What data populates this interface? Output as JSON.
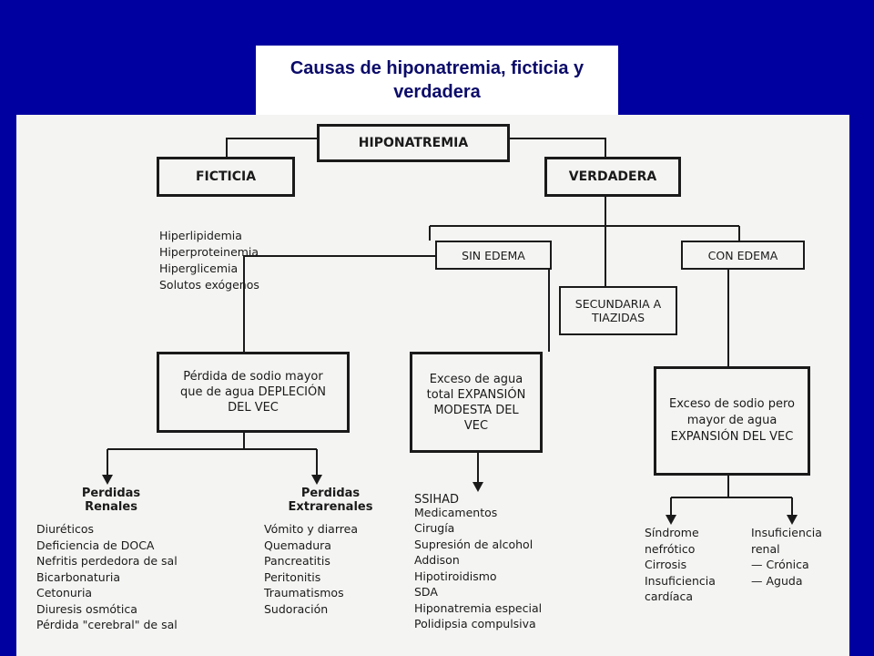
{
  "title": "Causas de hiponatremia, ficticia y verdadera",
  "nodes": {
    "root": "HIPONATREMIA",
    "ficticia": "FICTICIA",
    "verdadera": "VERDADERA",
    "sin_edema": "SIN EDEMA",
    "con_edema": "CON EDEMA",
    "secundaria": "SECUNDARIA A TIAZIDAS",
    "perdida": "Pérdida de sodio mayor que de agua DEPLECIÓN DEL VEC",
    "exceso_agua": "Exceso de agua total EXPANSIÓN MODESTA DEL VEC",
    "exceso_sodio": "Exceso de sodio pero mayor de agua EXPANSIÓN DEL VEC"
  },
  "ficticia_causes": [
    "Hiperlipidemia",
    "Hiperproteinemia",
    "Hiperglicemia",
    "Solutos exógenos"
  ],
  "renales": {
    "header_1": "Perdidas",
    "header_2": "Renales",
    "items": [
      "Diuréticos",
      "Deficiencia de DOCA",
      "Nefritis perdedora de sal",
      "Bicarbonaturia",
      "Cetonuria",
      "Diuresis osmótica",
      "Pérdida \"cerebral\" de sal"
    ]
  },
  "extrarrenales": {
    "header_1": "Perdidas",
    "header_2": "Extrarenales",
    "items": [
      "Vómito y diarrea",
      "Quemadura",
      "Pancreatitis",
      "Peritonitis",
      "Traumatismos",
      "Sudoración"
    ]
  },
  "ssihad": {
    "header": "SSIHAD",
    "items": [
      "Medicamentos",
      "Cirugía",
      "Supresión de alcohol",
      "Addison",
      "Hipotiroidismo",
      "SDA",
      "Hiponatremia especial",
      "Polidipsia compulsiva"
    ]
  },
  "edema_left": [
    "Síndrome",
    "nefrótico",
    "Cirrosis",
    "Insuficiencia",
    "cardíaca"
  ],
  "edema_right": [
    "Insuficiencia",
    "renal",
    "— Crónica",
    "— Aguda"
  ],
  "colors": {
    "background": "#0000a0",
    "title_text": "#0b0b6a",
    "scan": "#f4f4f2",
    "ink": "#1a1a1a"
  }
}
